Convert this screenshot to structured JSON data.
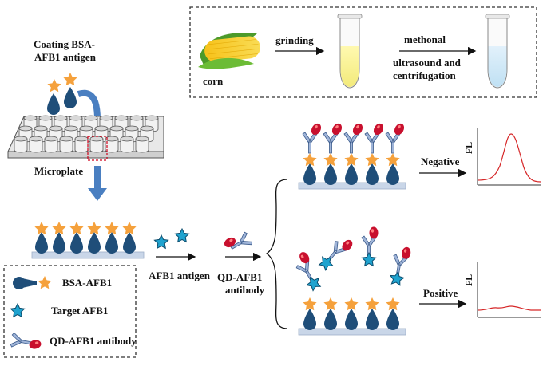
{
  "prep": {
    "corn_label": "corn",
    "grinding_label": "grinding",
    "solvent_label": "methonal",
    "process_label_1": "ultrasound and",
    "process_label_2": "centrifugation"
  },
  "coating": {
    "title_1": "Coating BSA-",
    "title_2": "AFB1 antigen",
    "microplate_label": "Microplate"
  },
  "steps": {
    "afb1_antigen_label": "AFB1 antigen",
    "qd_antibody_label_1": "QD-AFB1",
    "qd_antibody_label_2": "antibody"
  },
  "results": {
    "negative_label": "Negative",
    "positive_label": "Positive",
    "fl_axis_label": "FL"
  },
  "legend": {
    "bsa_afb1": "BSA-AFB1",
    "target_afb1": "Target AFB1",
    "qd_afb1_antibody": "QD-AFB1 antibody"
  },
  "colors": {
    "antigen_blue": "#1f4e79",
    "hapten_orange": "#f5a13c",
    "target_cyan": "#1fa3cf",
    "antibody_blue": "#9fb4d8",
    "qd_red": "#c8102e",
    "plate_blue": "#c9d6e8",
    "curve_red": "#d62728",
    "arrow_blue": "#4a7fc1"
  }
}
